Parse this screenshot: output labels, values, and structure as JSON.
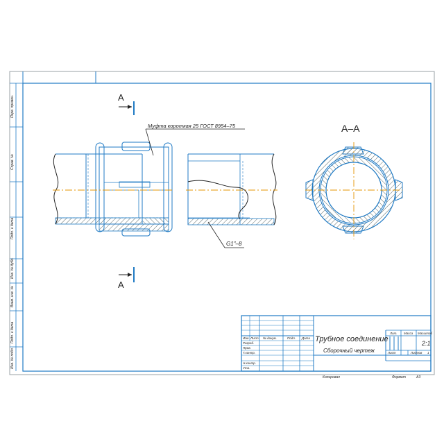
{
  "drawing": {
    "section_marks": {
      "top": "А",
      "bottom": "А"
    },
    "section_title": "А–А",
    "leader_coupling": "Муфта короткая 25 ГОСТ 8954–75",
    "leader_thread": "G1\"–8"
  },
  "side_strip": {
    "cells": [
      "Перв. примен.",
      "Справ. №",
      "Подп. и дата",
      "Инв. № дубл.",
      "Взам. инв. №",
      "Подп. и дата",
      "Инв. № подл."
    ]
  },
  "title_block": {
    "name_main": "Трубное соединение",
    "name_sub": "Сборочный чертеж",
    "col_izm": "Изм.",
    "col_list": "Лист",
    "col_doc": "№ докум.",
    "col_podp": "Подп.",
    "col_data": "Дата",
    "row_razrab": "Разраб.",
    "row_prov": "Пров.",
    "row_tkontr": "Т.контр.",
    "row_nkontr": "Н.контр.",
    "row_utv": "Утв.",
    "lit_label": "Лит.",
    "mass_label": "Масса",
    "scale_label": "Масштаб",
    "scale_value": "2:1",
    "sheet_label": "Лист",
    "sheets_label": "Листов",
    "sheets_value": "1",
    "copied_label": "Копировал",
    "format_label": "Формат",
    "format_value": "А3"
  }
}
